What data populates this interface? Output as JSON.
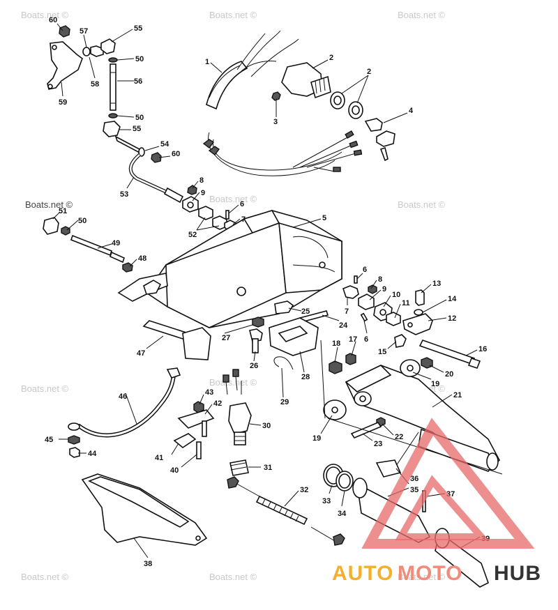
{
  "watermark": "Boats.net ©",
  "logo": {
    "part1": "AUTO",
    "part2": "MOTO",
    "part3": "HUB",
    "color_auto": "#f3b02f",
    "color_moto": "#f28b7a",
    "color_hub": "#333333",
    "triangle_color": "#e86a6a"
  },
  "parts": {
    "p1": "1",
    "p2": "2",
    "p3": "3",
    "p4": "4",
    "p5": "5",
    "p6": "6",
    "p7": "7",
    "p8": "8",
    "p9": "9",
    "p10": "10",
    "p11": "11",
    "p12": "12",
    "p13": "13",
    "p14": "14",
    "p15": "15",
    "p16": "16",
    "p17": "17",
    "p18": "18",
    "p19": "19",
    "p20": "20",
    "p21": "21",
    "p22": "22",
    "p23": "23",
    "p24": "24",
    "p25": "25",
    "p26": "26",
    "p27": "27",
    "p28": "28",
    "p29": "29",
    "p30": "30",
    "p31": "31",
    "p32": "32",
    "p33": "33",
    "p34": "34",
    "p35": "35",
    "p36": "36",
    "p37": "37",
    "p38": "38",
    "p39": "39",
    "p40": "40",
    "p41": "41",
    "p42": "42",
    "p43": "43",
    "p44": "44",
    "p45": "45",
    "p46": "46",
    "p47": "47",
    "p48": "48",
    "p49": "49",
    "p50": "50",
    "p51": "51",
    "p52": "52",
    "p53": "53",
    "p54": "54",
    "p55": "55",
    "p56": "56",
    "p57": "57",
    "p58": "58",
    "p59": "59",
    "p60": "60"
  }
}
